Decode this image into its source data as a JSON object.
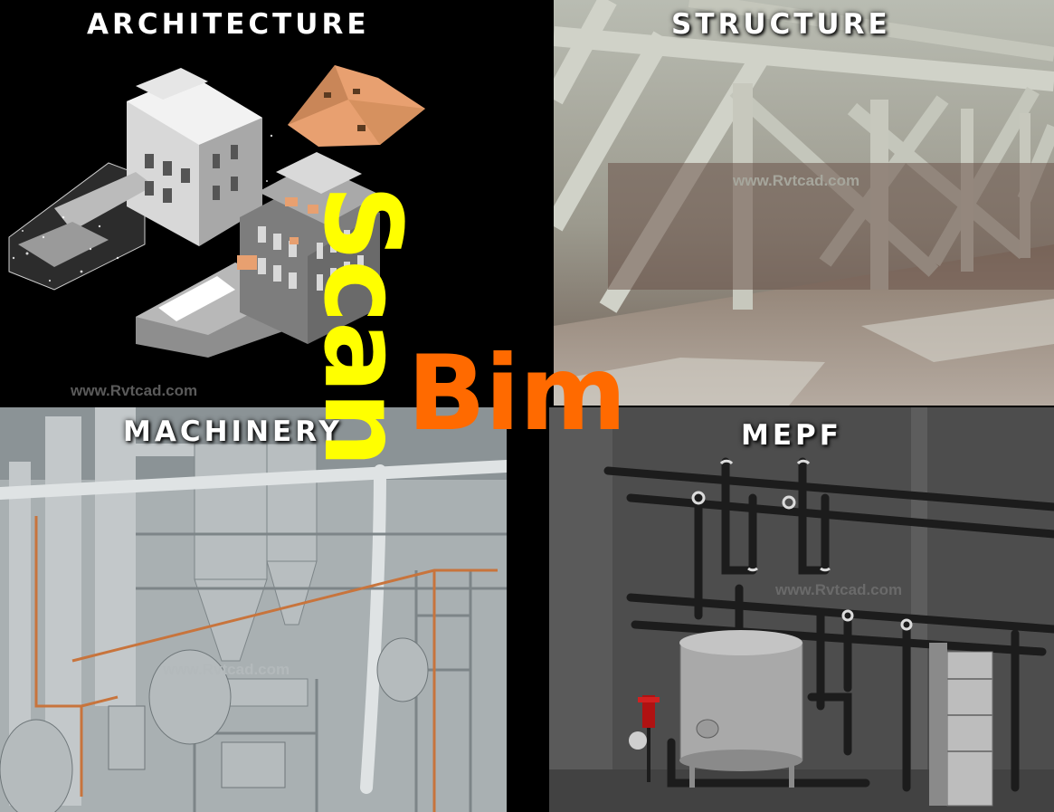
{
  "panels": {
    "architecture": {
      "label": "ARCHITECTURE",
      "watermark": "www.Rvtcad.com"
    },
    "structure": {
      "label": "STRUCTURE",
      "watermark": "www.Rvtcad.com"
    },
    "machinery": {
      "label": "MACHINERY",
      "watermark": "www.Rvtcad.com"
    },
    "mepf": {
      "label": "MEPF",
      "watermark": "www.Rvtcad.com"
    }
  },
  "title": {
    "scan": "Scan",
    "bim": "Bim"
  },
  "colors": {
    "scan": "#ffff00",
    "bim": "#ff6a00",
    "roof": "#e8a070",
    "label": "#ffffff",
    "pipe": "#1c1c1c",
    "copper_pipe": "#c8743c"
  }
}
